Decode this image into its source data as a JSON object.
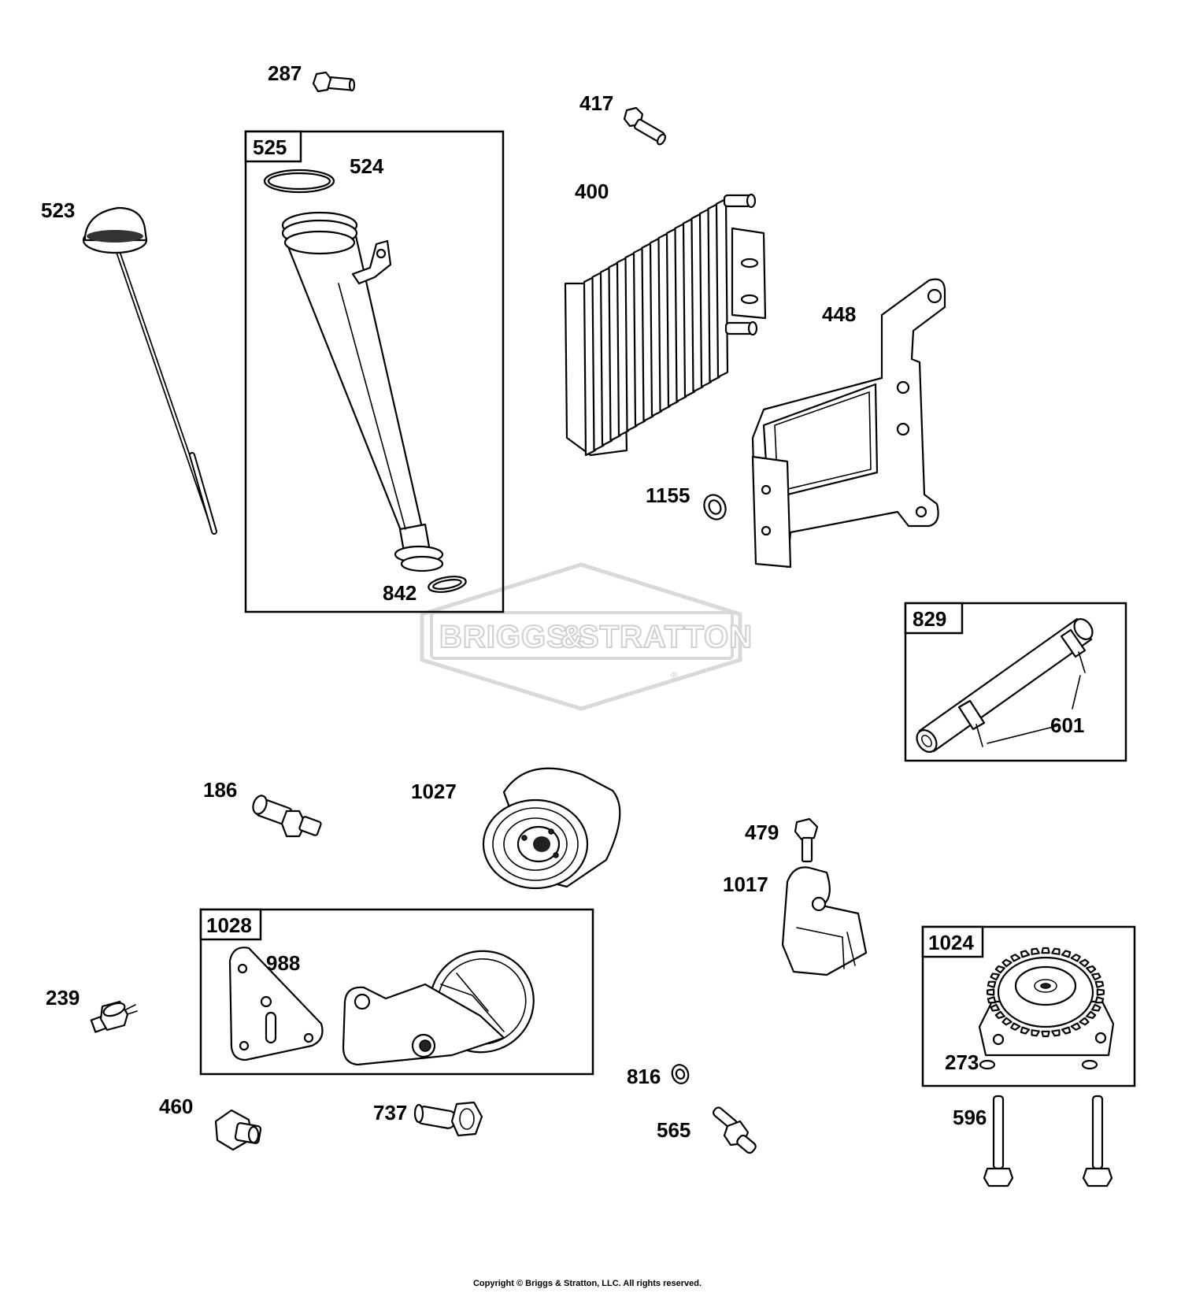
{
  "logo": {
    "name": "Briggs & Stratton",
    "lettering_left": "BRIGGS",
    "lettering_amp": "&",
    "lettering_right": "STRATTON",
    "registered": "®"
  },
  "kits": {
    "k525": "525",
    "k829": "829",
    "k1028": "1028",
    "k1024": "1024"
  },
  "parts": {
    "p287": "287",
    "p417": "417",
    "p524": "524",
    "p523": "523",
    "p400": "400",
    "p448": "448",
    "p1155": "1155",
    "p842": "842",
    "p601": "601",
    "p186": "186",
    "p1027": "1027",
    "p479": "479",
    "p1017": "1017",
    "p988": "988",
    "p239": "239",
    "p273": "273",
    "p816": "816",
    "p596": "596",
    "p460": "460",
    "p737": "737",
    "p565": "565"
  },
  "footer": {
    "copyright": "Copyright © Briggs & Stratton, LLC. All rights reserved."
  }
}
